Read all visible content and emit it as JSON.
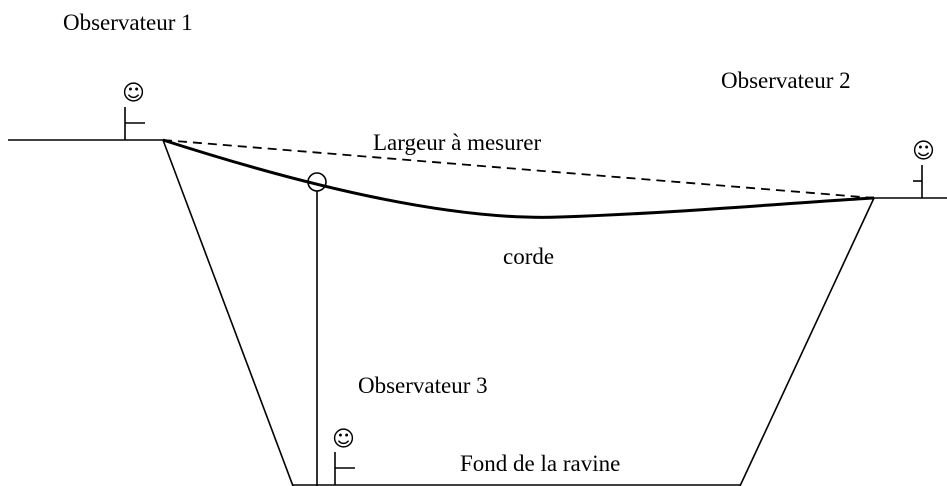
{
  "labels": {
    "observer1": "Observateur 1",
    "observer2": "Observateur 2",
    "observer3": "Observateur 3",
    "width": "Largeur à mesurer",
    "rope": "corde",
    "bottom": "Fond de la ravine"
  },
  "icons": {
    "observer_face": "smiley-icon",
    "observer_glyph": "☺"
  }
}
